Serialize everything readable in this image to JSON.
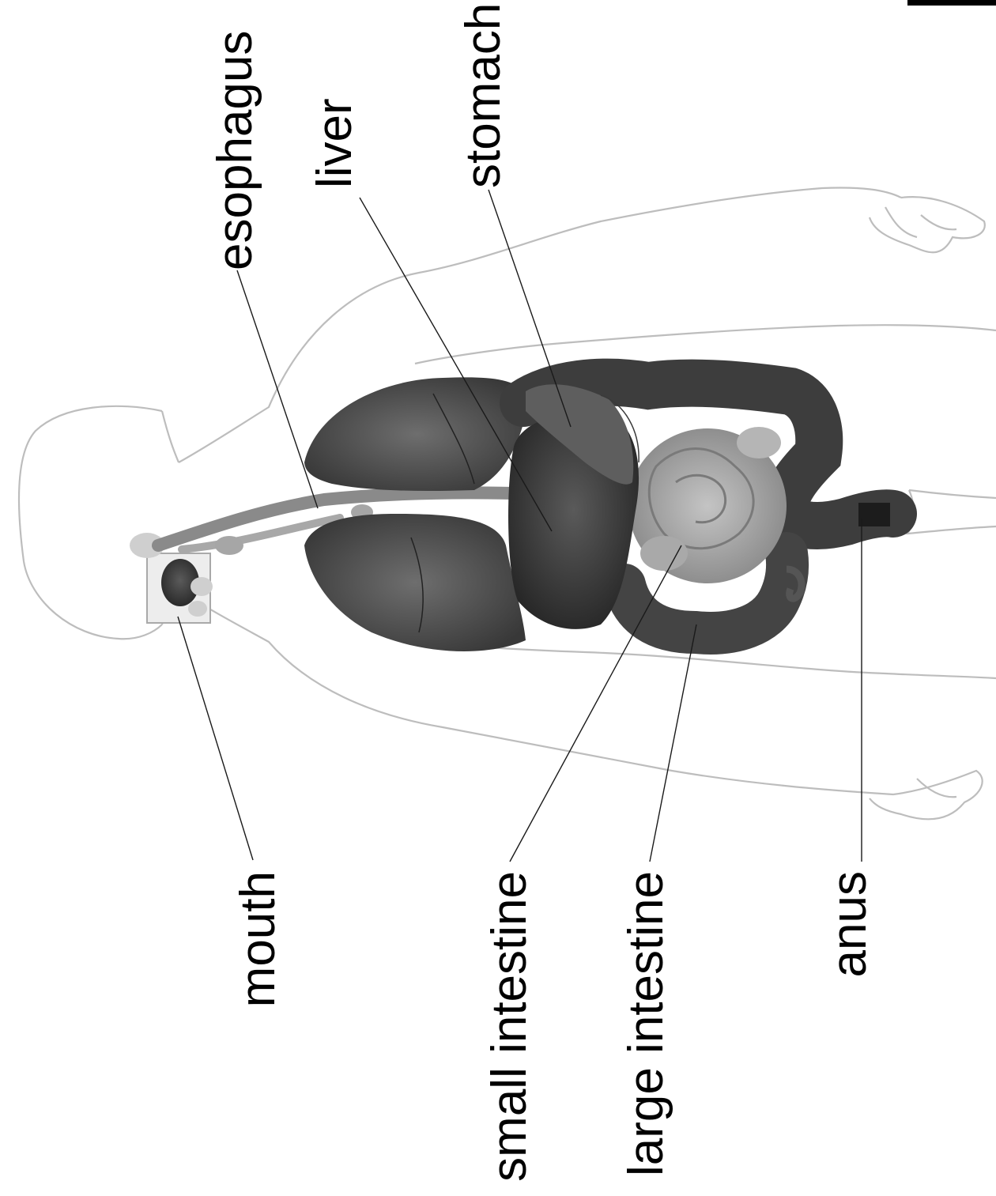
{
  "labels": {
    "mouth": "mouth",
    "esophagus": "esophagus",
    "liver": "liver",
    "stomach": "stomach",
    "small_intestine": "small intestine",
    "large_intestine": "large intestine",
    "anus": "anus"
  },
  "colors": {
    "body_outline": "#bdbdbd",
    "organ_dark": "#3c3c3c",
    "organ_light": "#9a9a9a",
    "leader_line": "#1a1a1a"
  }
}
